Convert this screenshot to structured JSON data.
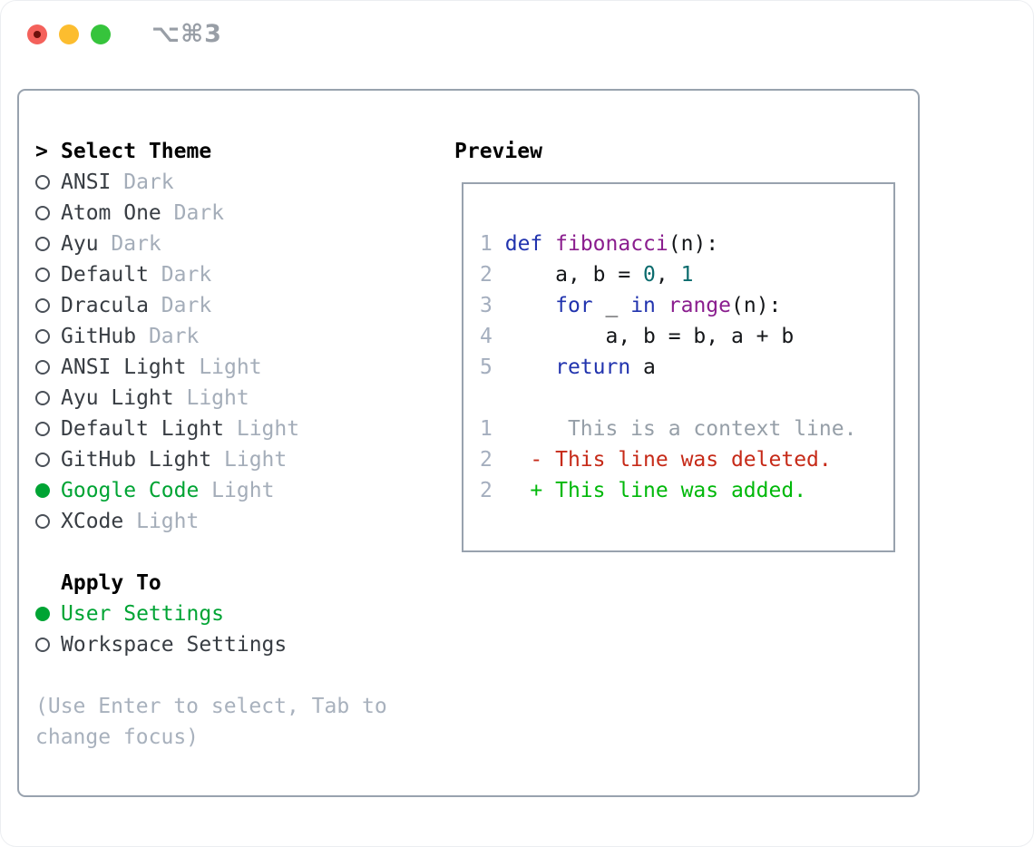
{
  "titlebar": {
    "title": "⌥⌘3"
  },
  "select_theme": {
    "header_marker": ">",
    "header": "Select Theme",
    "items": [
      {
        "name": "ANSI",
        "variant": "Dark",
        "selected": false
      },
      {
        "name": "Atom One",
        "variant": "Dark",
        "selected": false
      },
      {
        "name": "Ayu",
        "variant": "Dark",
        "selected": false
      },
      {
        "name": "Default",
        "variant": "Dark",
        "selected": false
      },
      {
        "name": "Dracula",
        "variant": "Dark",
        "selected": false
      },
      {
        "name": "GitHub",
        "variant": "Dark",
        "selected": false
      },
      {
        "name": "ANSI Light",
        "variant": "Light",
        "selected": false
      },
      {
        "name": "Ayu Light",
        "variant": "Light",
        "selected": false
      },
      {
        "name": "Default Light",
        "variant": "Light",
        "selected": false
      },
      {
        "name": "GitHub Light",
        "variant": "Light",
        "selected": false
      },
      {
        "name": "Google Code",
        "variant": "Light",
        "selected": true
      },
      {
        "name": "XCode",
        "variant": "Light",
        "selected": false
      }
    ]
  },
  "apply_to": {
    "header": "Apply To",
    "items": [
      {
        "name": "User Settings",
        "selected": true
      },
      {
        "name": "Workspace Settings",
        "selected": false
      }
    ]
  },
  "hint": "(Use Enter to select, Tab to change focus)",
  "preview": {
    "header": "Preview",
    "lines": [
      {
        "number": "1",
        "spans": [
          {
            "t": " ",
            "c": "txt"
          },
          {
            "t": "def",
            "c": "kw"
          },
          {
            "t": " ",
            "c": "txt"
          },
          {
            "t": "fibonacci",
            "c": "fn"
          },
          {
            "t": "(n):",
            "c": "txt"
          }
        ]
      },
      {
        "number": "2",
        "spans": [
          {
            "t": "     a, b = ",
            "c": "txt"
          },
          {
            "t": "0",
            "c": "num"
          },
          {
            "t": ", ",
            "c": "txt"
          },
          {
            "t": "1",
            "c": "num"
          }
        ]
      },
      {
        "number": "3",
        "spans": [
          {
            "t": "     ",
            "c": "txt"
          },
          {
            "t": "for",
            "c": "kw"
          },
          {
            "t": " _ ",
            "c": "txt"
          },
          {
            "t": "in",
            "c": "kw"
          },
          {
            "t": " ",
            "c": "txt"
          },
          {
            "t": "range",
            "c": "fn"
          },
          {
            "t": "(n):",
            "c": "txt"
          }
        ]
      },
      {
        "number": "4",
        "spans": [
          {
            "t": "         a, b = b, a + b",
            "c": "txt"
          }
        ]
      },
      {
        "number": "5",
        "spans": [
          {
            "t": "     ",
            "c": "txt"
          },
          {
            "t": "return",
            "c": "kw"
          },
          {
            "t": " a",
            "c": "txt"
          }
        ]
      },
      {
        "blank": true
      },
      {
        "number": "1",
        "spans": [
          {
            "t": "      This is a context line.",
            "c": "ctx"
          }
        ]
      },
      {
        "number": "2",
        "spans": [
          {
            "t": "   - This line was deleted.",
            "c": "del"
          }
        ]
      },
      {
        "number": "2",
        "spans": [
          {
            "t": "   + This line was added.",
            "c": "add"
          }
        ]
      }
    ]
  },
  "colors": {
    "panel_border": "#98a2ae",
    "selection_green": "#00a434",
    "muted_gray": "#a4adb9",
    "hint_gray": "#a8b1bd",
    "line_number_gray": "#a4aebe",
    "keyword_blue": "#2133ae",
    "function_purple": "#8a1d8e",
    "number_teal": "#0b6b6d",
    "diff_red": "#c62a18",
    "diff_green": "#00b80a",
    "traffic_red": "#f4615b",
    "traffic_yellow": "#fcbd2f",
    "traffic_green": "#36c43c",
    "title_gray": "#989ea6"
  }
}
